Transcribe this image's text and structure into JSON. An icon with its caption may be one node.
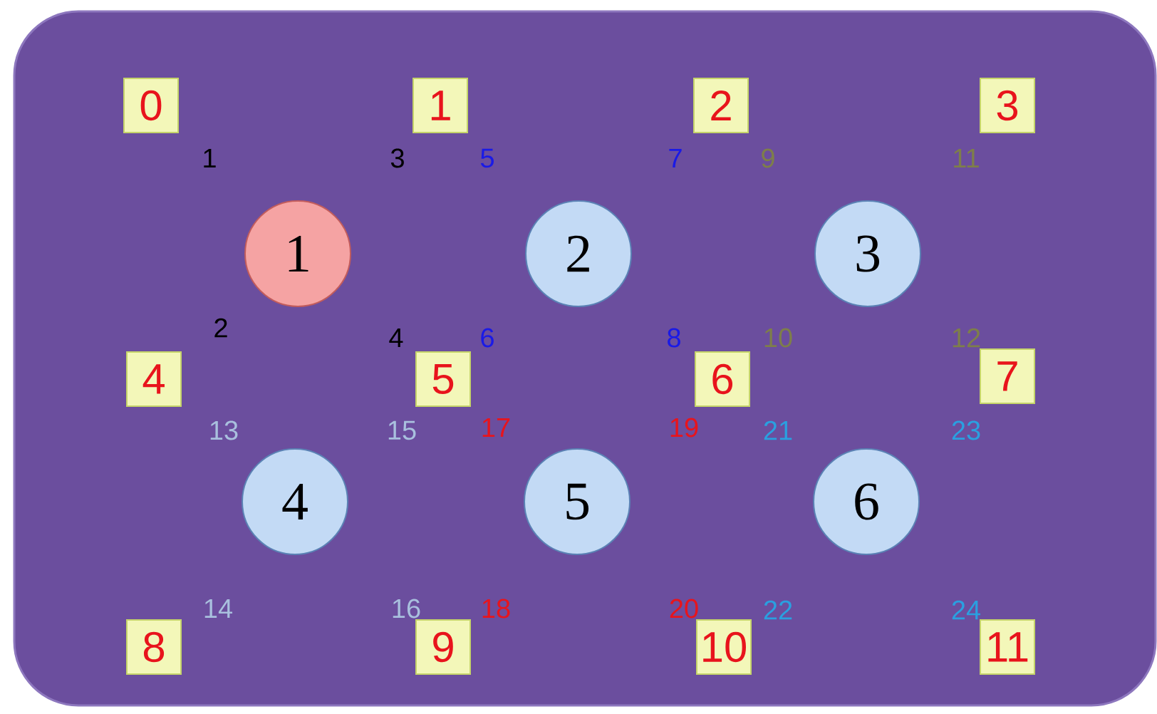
{
  "diagram": {
    "nodes": [
      {
        "text": [
          "0"
        ]
      },
      {
        "text": [
          "1"
        ]
      },
      {
        "text": [
          "2"
        ]
      },
      {
        "text": [
          "3"
        ]
      },
      {
        "text": [
          "1"
        ]
      },
      {
        "text": [
          "2"
        ]
      },
      {
        "text": [
          "3"
        ]
      },
      {
        "text": [
          "4"
        ]
      },
      {
        "text": [
          "5"
        ]
      },
      {
        "text": [
          "6"
        ]
      },
      {
        "text": [
          "7"
        ]
      },
      {
        "text": [
          "4"
        ]
      },
      {
        "text": [
          "5"
        ]
      },
      {
        "text": [
          "6"
        ]
      },
      {
        "text": [
          "8"
        ]
      },
      {
        "text": [
          "9"
        ]
      },
      {
        "text": [
          "10"
        ]
      },
      {
        "text": [
          "11"
        ]
      }
    ],
    "labels": [
      "1",
      "3",
      "5",
      "7",
      "9",
      "11",
      "2",
      "4",
      "6",
      "8",
      "10",
      "12",
      "13",
      "15",
      "17",
      "19",
      "21",
      "23",
      "14",
      "16",
      "18",
      "20",
      "22",
      "24"
    ]
  }
}
